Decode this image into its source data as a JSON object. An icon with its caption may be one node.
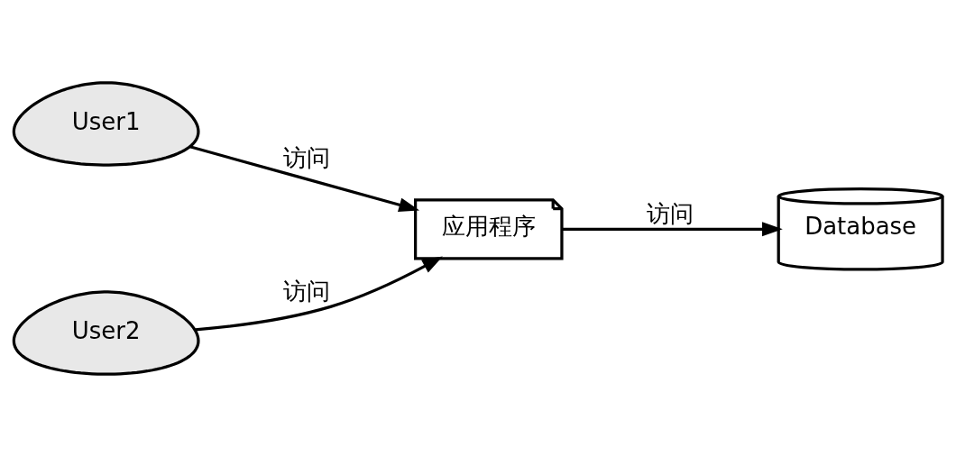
{
  "diagram": {
    "nodes": [
      {
        "text": [
          "User1"
        ]
      },
      {
        "text": [
          "User2"
        ]
      },
      {
        "text": [
          "应用程序"
        ]
      },
      {
        "text": [
          "Database"
        ]
      }
    ],
    "edges": [
      {
        "from": 0,
        "to": 2,
        "arrow": "to",
        "label": "访问"
      },
      {
        "from": 1,
        "to": 2,
        "arrow": "to",
        "label": "访问"
      },
      {
        "from": 2,
        "to": 3,
        "arrow": "to",
        "label": "访问"
      }
    ]
  }
}
